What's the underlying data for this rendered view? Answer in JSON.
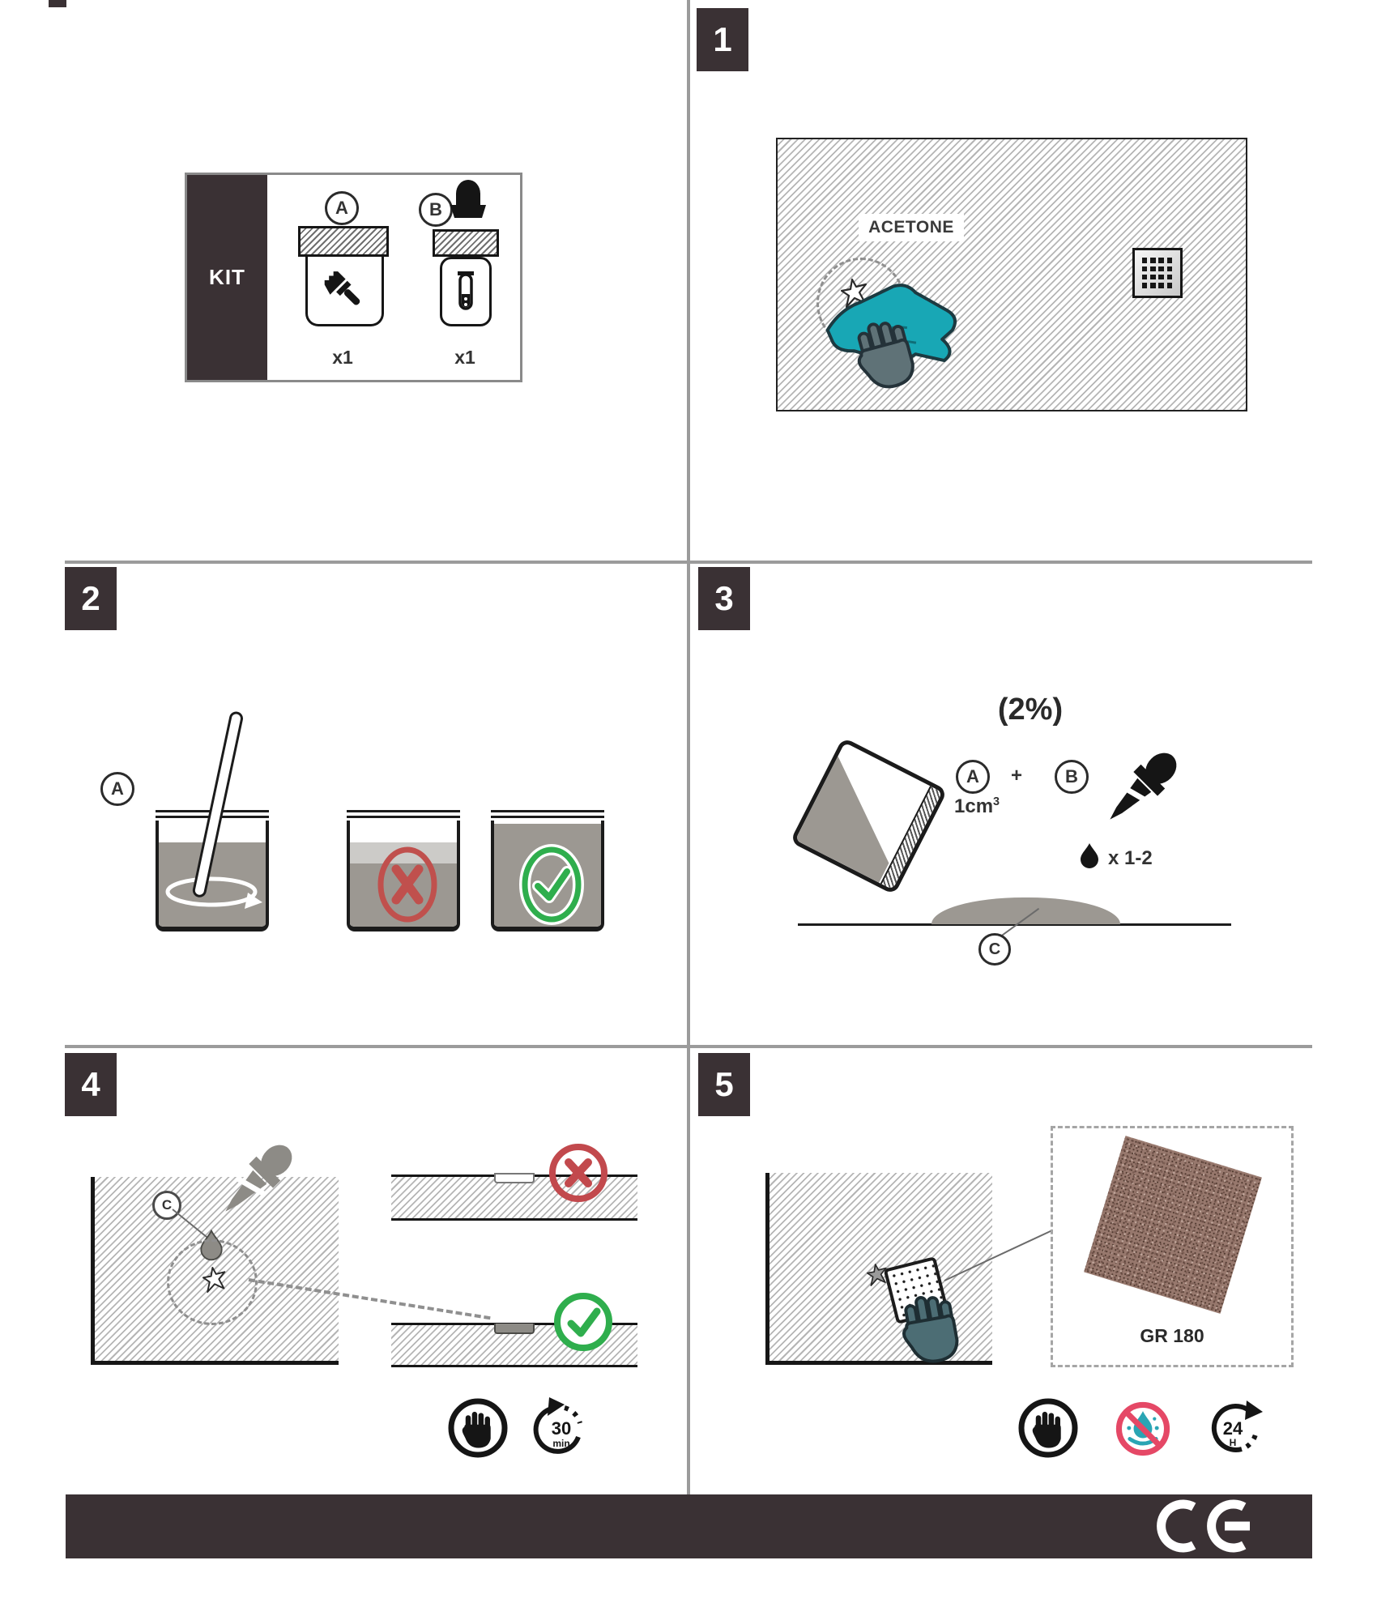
{
  "kit": {
    "label": "KIT",
    "items": {
      "a": {
        "id": "A",
        "qty": "x1"
      },
      "b": {
        "id": "B",
        "qty": "x1"
      }
    }
  },
  "badges": {
    "b1": "1",
    "b2": "2",
    "b3": "3",
    "b4": "4",
    "b5": "5"
  },
  "panel1": {
    "acetone_label": "ACETONE"
  },
  "panel2": {
    "component_label": "A"
  },
  "panel3": {
    "ratio_label": "(2%)",
    "component_a": "A",
    "plus": "+",
    "component_b": "B",
    "volume": "1cm",
    "volume_exponent": "3",
    "drop_count": "x 1-2",
    "mixture_label": "C"
  },
  "panel4": {
    "mixture_label": "C",
    "wait_value": "30",
    "wait_unit": "min"
  },
  "panel5": {
    "grit_label": "GR 180",
    "wait_value": "24",
    "wait_unit": "H"
  },
  "footer": {
    "ce_mark": "CE"
  },
  "colors": {
    "accent_teal": "#18a7b5",
    "error_red": "#c0504d",
    "success_green": "#2fae4d",
    "warning_pink": "#e54866",
    "ink_dark": "#3a3134",
    "fill_gray": "#9c9892",
    "sandpaper_brown": "#97786d"
  }
}
